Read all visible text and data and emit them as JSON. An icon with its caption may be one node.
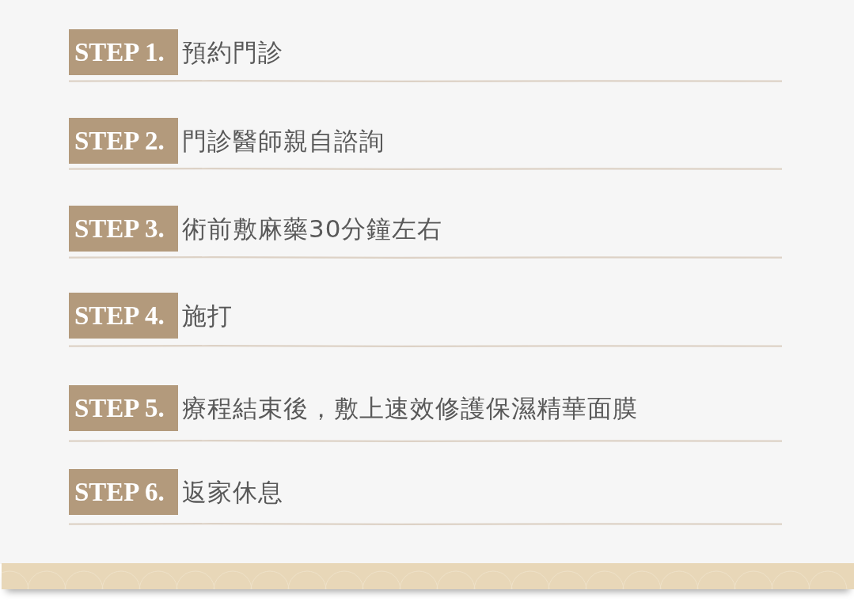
{
  "diagram": {
    "nodes": [
      {
        "text": [
          "STEP 1."
        ],
        "beside": [
          "預約門診"
        ]
      },
      {
        "text": [
          "STEP 2."
        ],
        "beside": [
          "門診醫師親自諮詢"
        ]
      },
      {
        "text": [
          "STEP 3."
        ],
        "beside": [
          "術前敷麻藥30分鐘左右"
        ]
      },
      {
        "text": [
          "STEP 4."
        ],
        "beside": [
          "施打"
        ]
      },
      {
        "text": [
          "STEP 5."
        ],
        "beside": [
          "療程結束後，敷上速效修護保濕精華面膜"
        ]
      },
      {
        "text": [
          "STEP 6."
        ],
        "beside": [
          "返家休息"
        ]
      }
    ]
  }
}
